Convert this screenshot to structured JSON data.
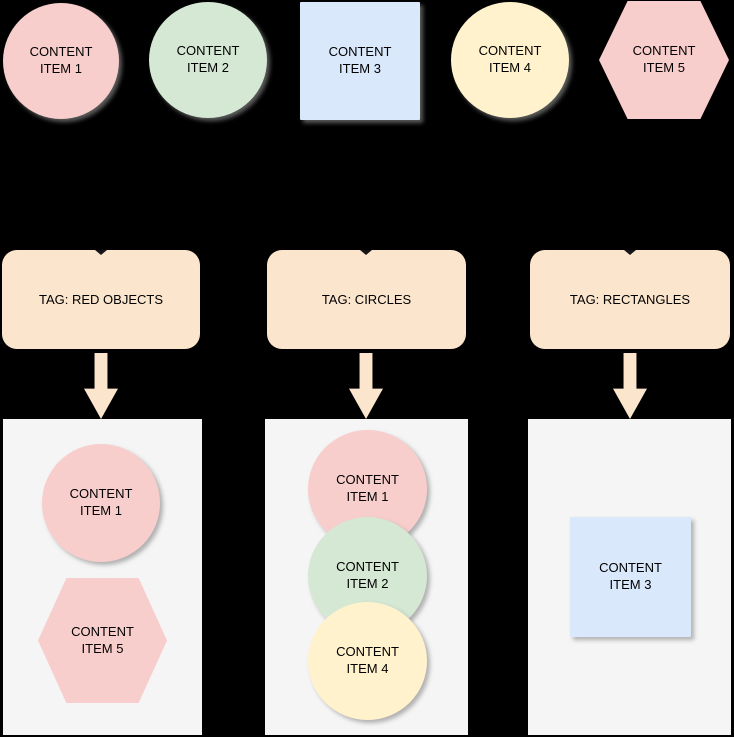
{
  "palette": {
    "pink": "#f8cecc",
    "green": "#d5e8d4",
    "blue": "#dae8fc",
    "yellow": "#fff2cc",
    "peach": "#fce5cd",
    "container_bg": "#f5f5f5",
    "background": "#000000",
    "text": "#000000"
  },
  "top_items": [
    {
      "label": "CONTENT\nITEM 1",
      "shape": "circle",
      "color": "pink"
    },
    {
      "label": "CONTENT\nITEM 2",
      "shape": "circle",
      "color": "green"
    },
    {
      "label": "CONTENT\nITEM 3",
      "shape": "square",
      "color": "blue"
    },
    {
      "label": "CONTENT\nITEM 4",
      "shape": "circle",
      "color": "yellow"
    },
    {
      "label": "CONTENT\nITEM 5",
      "shape": "hexagon",
      "color": "pink"
    }
  ],
  "groups": [
    {
      "tag_label": "TAG: RED OBJECTS",
      "items": [
        {
          "label": "CONTENT\nITEM 1",
          "shape": "circle",
          "color": "pink"
        },
        {
          "label": "CONTENT\nITEM 5",
          "shape": "hexagon",
          "color": "pink"
        }
      ]
    },
    {
      "tag_label": "TAG: CIRCLES",
      "items": [
        {
          "label": "CONTENT\nITEM 1",
          "shape": "circle",
          "color": "pink"
        },
        {
          "label": "CONTENT\nITEM 2",
          "shape": "circle",
          "color": "green"
        },
        {
          "label": "CONTENT\nITEM 4",
          "shape": "circle",
          "color": "yellow"
        }
      ]
    },
    {
      "tag_label": "TAG: RECTANGLES",
      "items": [
        {
          "label": "CONTENT\nITEM 3",
          "shape": "square",
          "color": "blue"
        }
      ]
    }
  ]
}
